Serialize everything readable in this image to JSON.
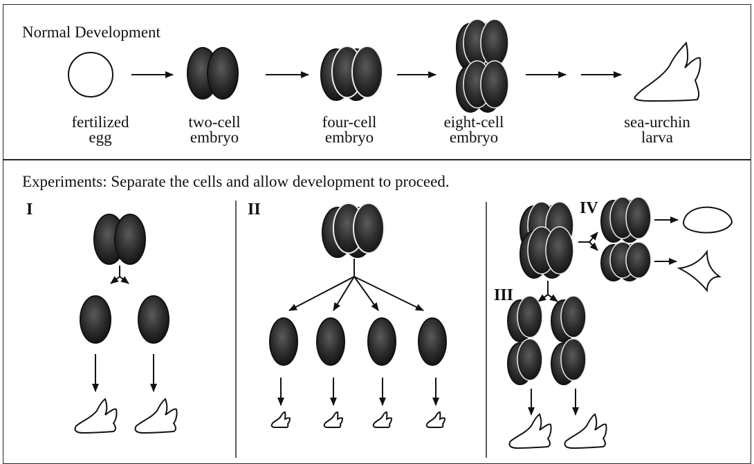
{
  "normal": {
    "title": "Normal Development",
    "stages": [
      {
        "line1": "fertilized",
        "line2": "egg"
      },
      {
        "line1": "two-cell",
        "line2": "embryo"
      },
      {
        "line1": "four-cell",
        "line2": "embryo"
      },
      {
        "line1": "eight-cell",
        "line2": "embryo"
      },
      {
        "line1": "sea-urchin",
        "line2": "larva"
      }
    ]
  },
  "experiments": {
    "title": "Experiments: Separate the cells and allow development to proceed.",
    "labels": {
      "one": "I",
      "two": "II",
      "three": "III",
      "four": "IV"
    }
  }
}
